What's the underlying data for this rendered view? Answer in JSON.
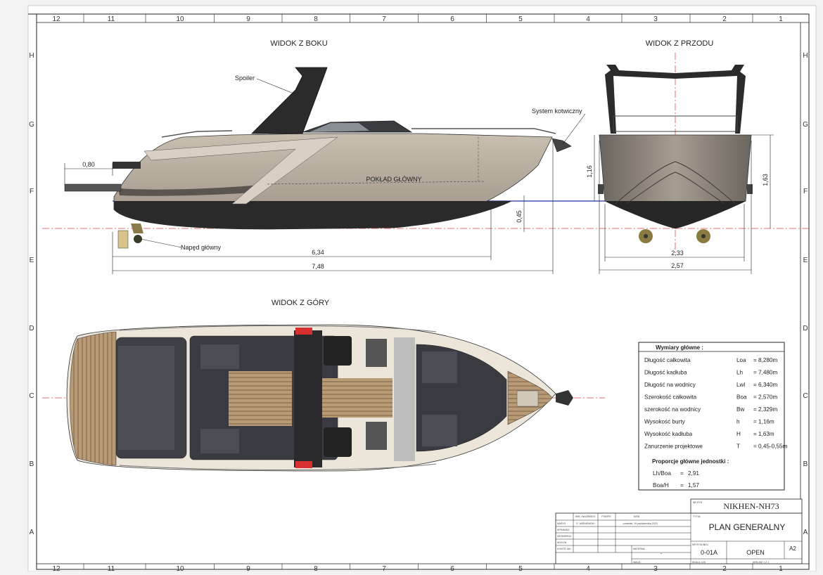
{
  "columns": [
    "12",
    "11",
    "10",
    "9",
    "8",
    "7",
    "6",
    "5",
    "4",
    "3",
    "2",
    "1"
  ],
  "rows": [
    "H",
    "G",
    "F",
    "E",
    "D",
    "C",
    "B",
    "A"
  ],
  "views": {
    "side": "WIDOK Z BOKU",
    "front": "WIDOK Z PRZODU",
    "top": "WIDOK Z GÓRY"
  },
  "annotations": {
    "spoiler": "Spoiler",
    "anchor": "System kotwiczny",
    "drive": "Napęd główny",
    "deck": "POKŁAD GŁÓWNY"
  },
  "dimensions": {
    "overhang": "0,80",
    "waterline_length": "6,34",
    "hull_length": "7,48",
    "draft": "0,45",
    "freeboard": "1,16",
    "hull_height": "1,63",
    "waterline_beam": "2,33",
    "beam": "2,57"
  },
  "specs": {
    "title": "Wymiary główne :",
    "rows": [
      {
        "label": "Długość całkowita",
        "sym": "Loa",
        "eq": "=",
        "val": "8,280m"
      },
      {
        "label": "Długość kadłuba",
        "sym": "Lh",
        "eq": "=",
        "val": "7,480m"
      },
      {
        "label": "Długość na wodnicy",
        "sym": "Lwl",
        "eq": "=",
        "val": "6,340m"
      },
      {
        "label": "Szerokość całkowita",
        "sym": "Boa",
        "eq": "=",
        "val": "2,570m"
      },
      {
        "label": "szerokość na wodnicy",
        "sym": "Bw",
        "eq": "=",
        "val": "2,329m"
      },
      {
        "label": "Wysokość burty",
        "sym": "h",
        "eq": "=",
        "val": "1,16m"
      },
      {
        "label": "Wysokość kadłuba",
        "sym": "H",
        "eq": "=",
        "val": "1,63m"
      },
      {
        "label": "Zanurzenie projektowe",
        "sym": "T",
        "eq": "=",
        "val": "0,45-0,55m"
      }
    ],
    "prop_title": "Proporcje główne jednostki :",
    "props": [
      {
        "label": "Lh/Boa",
        "eq": "=",
        "val": "2,91"
      },
      {
        "label": "Boa/H",
        "eq": "=",
        "val": "1,57"
      }
    ]
  },
  "title_block": {
    "drawing_no_label": "NR RYS",
    "project": "NIKHEN-NH73",
    "title_label": "TYTUŁ",
    "title": "PLAN GENERALNY",
    "hdr_name": "IMIĘ I NAZWISKO",
    "hdr_sign": "PODPIS",
    "hdr_date": "DATA",
    "row_drawn": "NARYS.",
    "drawn_by": "G. WIŚNIEWSKI",
    "drawn_date": "czwartek, 19 października 2023",
    "row_checked": "SPRAWDZ.",
    "row_approved": "ZATWIERDZ.",
    "row_prod": "WYKON.",
    "row_quality": "KONTR.JAK.",
    "material_label": "MATERIAŁ",
    "material": "-",
    "number_label": "NR RYSUNKU",
    "number": "0-01A",
    "status": "OPEN",
    "sheet_size": "A2",
    "weight_label": "WAGA",
    "scale": "SKALA 1:25",
    "sheet": "ARKUSZ 1 Z 1"
  }
}
